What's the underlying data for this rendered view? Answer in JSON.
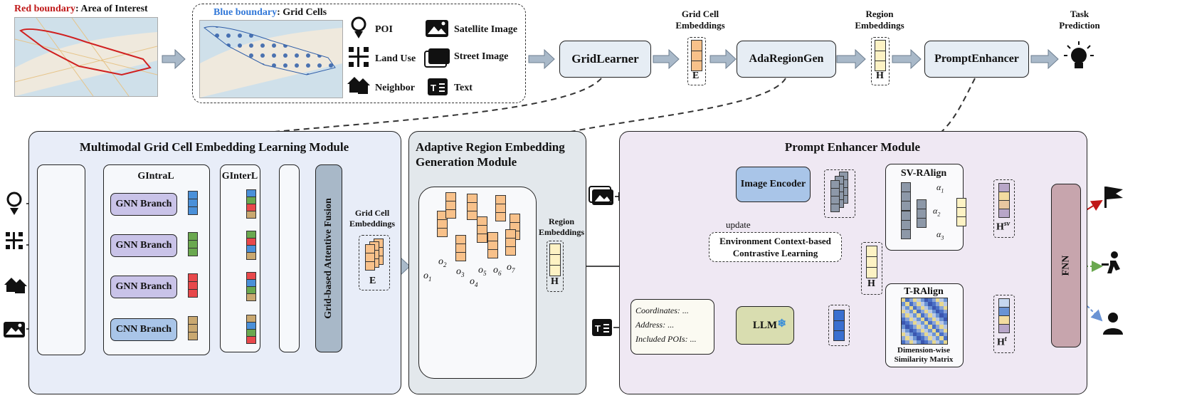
{
  "top": {
    "red_legend_key": "Red boundary",
    "red_legend_text": ": Area of Interest",
    "blue_legend_key": "Blue boundary",
    "blue_legend_text": ": Grid Cells",
    "modalities": [
      "POI",
      "Satellite Image",
      "Land Use",
      "Street Image",
      "Neighbor",
      "Text"
    ],
    "gridlearner": "GridLearner",
    "grid_cell_embeddings": "Grid Cell Embeddings",
    "E": "E",
    "adaregiongen": "AdaRegionGen",
    "region_embeddings": "Region Embeddings",
    "H": "H",
    "promptenhancer": "PromptEnhancer",
    "task_prediction": "Task Prediction"
  },
  "left_module": {
    "title": "Multimodal Grid Cell Embedding Learning Module",
    "gintral": "GIntraL",
    "ginterl": "GInterL",
    "branches": [
      "GNN Branch",
      "GNN Branch",
      "GNN Branch",
      "CNN Branch"
    ],
    "fusion": "Grid-based Attentive Fusion",
    "grid_cell_embeddings": "Grid Cell Embeddings",
    "E": "E"
  },
  "middle_module": {
    "title_line1": "Adaptive Region Embedding",
    "title_line2": "Generation Module",
    "o_labels": [
      "o1",
      "o2",
      "o3",
      "o4",
      "o5",
      "o6",
      "o7"
    ],
    "region_embeddings": "Region Embeddings",
    "H": "H"
  },
  "right_module": {
    "title": "Prompt Enhancer Module",
    "image_encoder": "Image Encoder",
    "update": "update",
    "contrastive_line1": "Environment Context-based",
    "contrastive_line2": "Contrastive Learning",
    "sv_ralign": "SV-RAlign",
    "alphas": [
      "α1",
      "α2",
      "α3"
    ],
    "H_sv": "H",
    "H_sv_sup": "sv",
    "H_mid": "H",
    "prompt_lines": [
      "Coordinates: ...",
      "Address: ...",
      "Included POIs: ..."
    ],
    "llm": "LLM",
    "t_ralign": "T-RAlign",
    "sim_caption_line1": "Dimension-wise",
    "sim_caption_line2": "Similarity Matrix",
    "H_t": "H",
    "H_t_sup": "t",
    "ffn": "FNN"
  },
  "colors": {
    "left_panel_bg": "#e8edf8",
    "mid_panel_bg": "#e3e8ec",
    "right_panel_bg": "#efe8f3",
    "gnn_branch": "#c9c3e8",
    "cnn_branch": "#a9c5e8",
    "fusion": "#a8b8c8",
    "module_box": "#e6edf4",
    "orange_cell": "#f8c18a",
    "yellow_cell": "#fdf2c4",
    "ffn": "#c7a5ad",
    "red_edge": "#c01818",
    "green_edge": "#6aa84f",
    "blue_edge": "#6a93d4",
    "accent_blue": "#3278d8"
  }
}
